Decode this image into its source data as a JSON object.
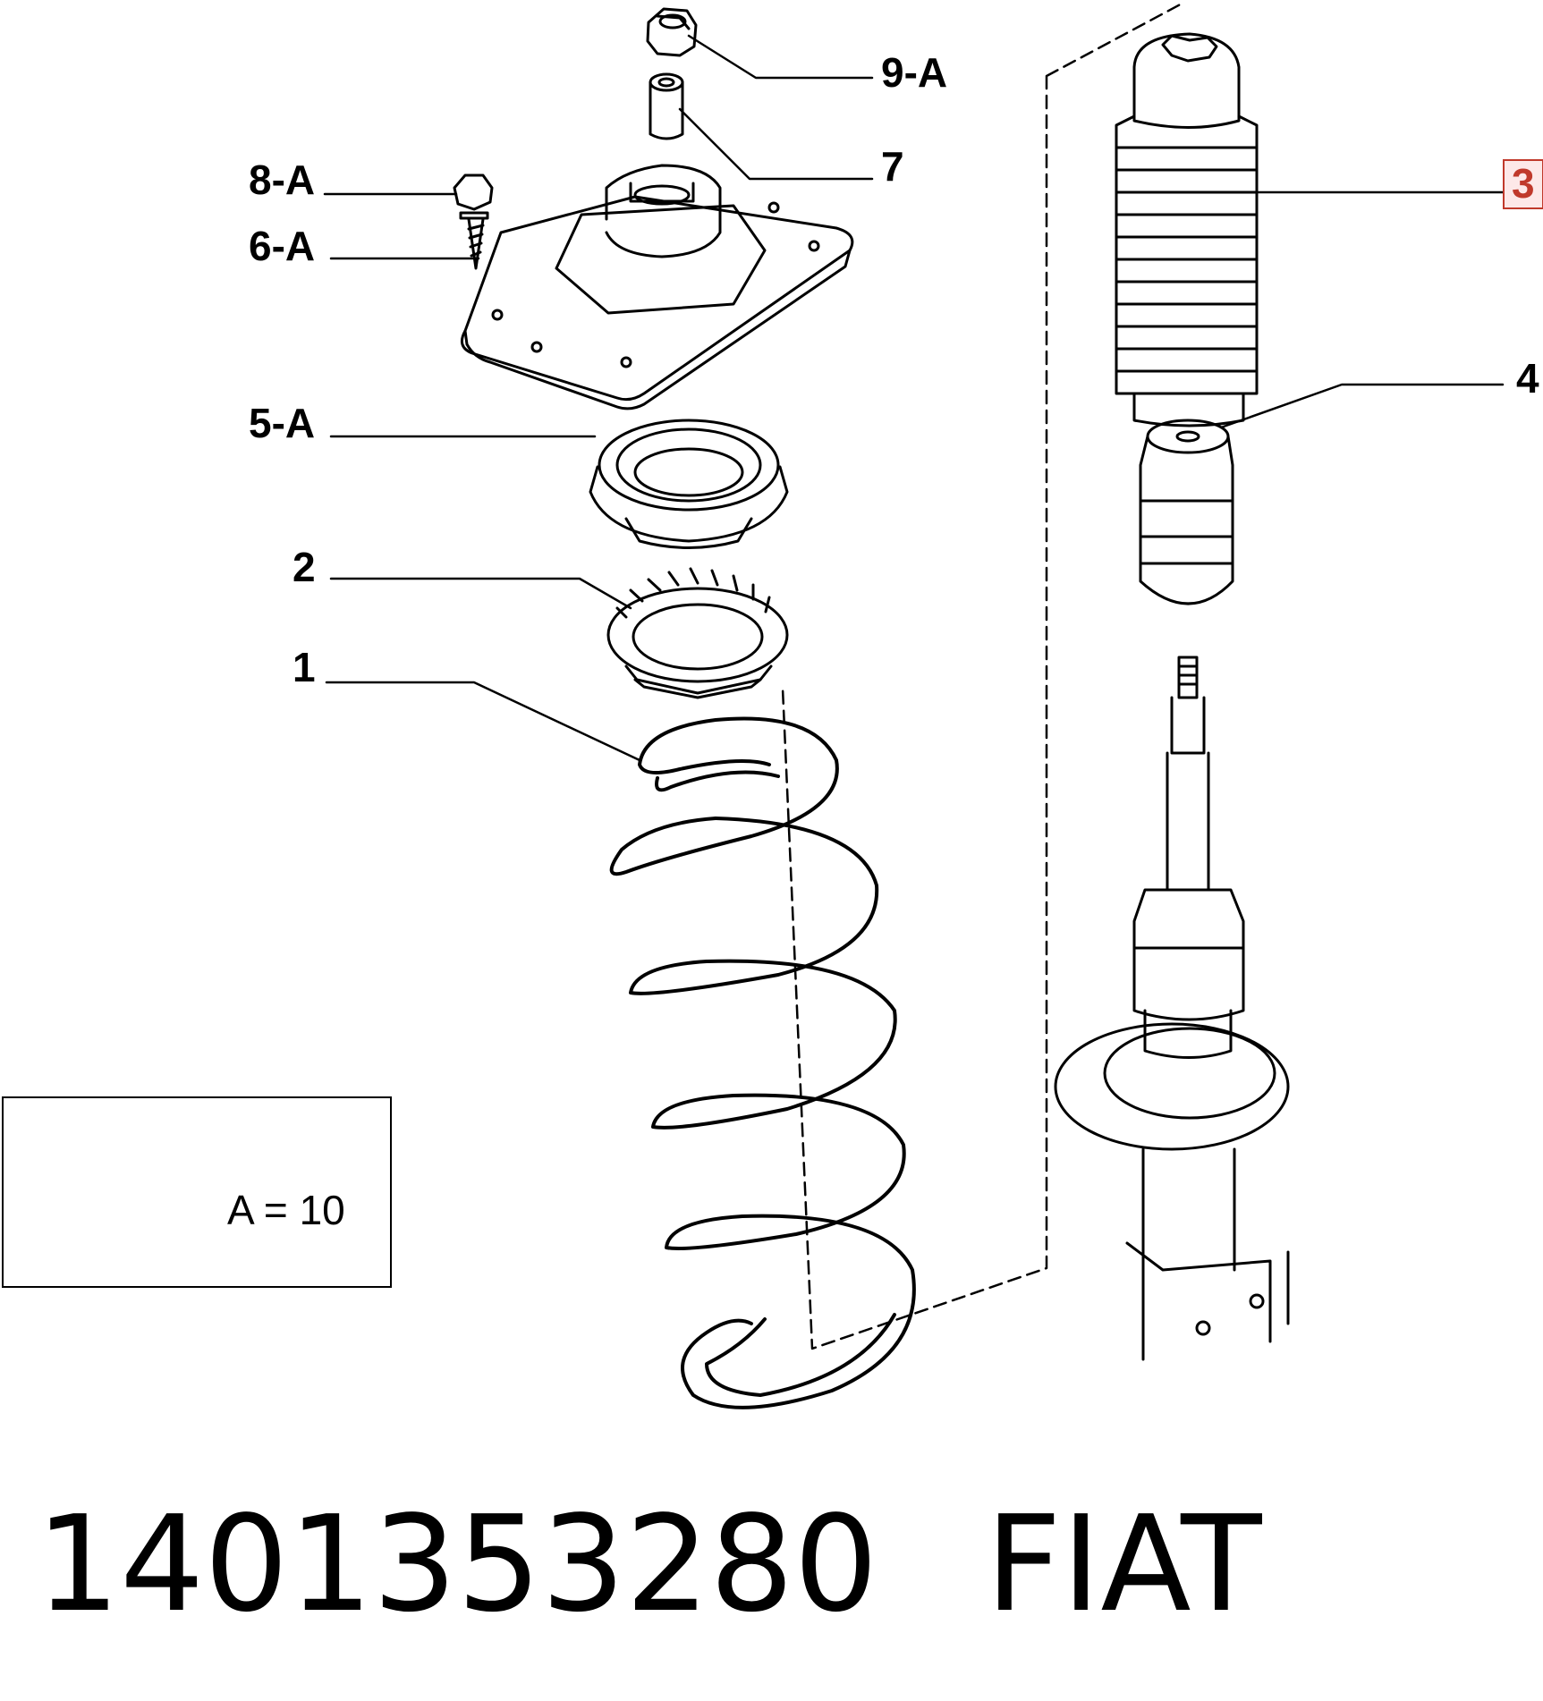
{
  "callouts": {
    "nut": "9-A",
    "spacer": "7",
    "screw": "8-A",
    "mount": "6-A",
    "bearing": "5-A",
    "seat": "2",
    "spring": "1",
    "boot": "3",
    "bump_stop": "4"
  },
  "legend": {
    "formula": "A = 10"
  },
  "footer": {
    "part_number": "1401353280",
    "brand": "FIAT"
  },
  "colors": {
    "line": "#000000",
    "highlight": "#c0392b",
    "highlight_bg": "#fde8e8"
  }
}
